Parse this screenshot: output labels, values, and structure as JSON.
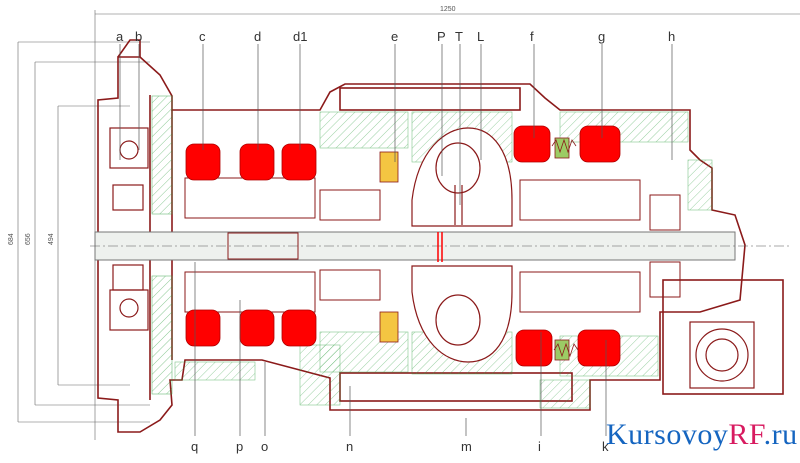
{
  "drawing": {
    "overall_dimension": "1250",
    "left_dims": [
      "684",
      "656",
      "494"
    ],
    "top_labels": [
      "a",
      "b",
      "c",
      "d",
      "d1",
      "e",
      "P",
      "T",
      "L",
      "f",
      "g",
      "h"
    ],
    "bottom_labels": [
      "q",
      "p",
      "o",
      "n",
      "m",
      "i",
      "k"
    ],
    "colors": {
      "outline": "#8b1a1a",
      "hatch": "#2e9e3e",
      "clutch": "#ff0000",
      "shaft": "#777777",
      "labels": "#333333"
    }
  },
  "watermark": {
    "prefix": "Kursovoy",
    "suffix": "RF",
    "tld": ".ru"
  }
}
